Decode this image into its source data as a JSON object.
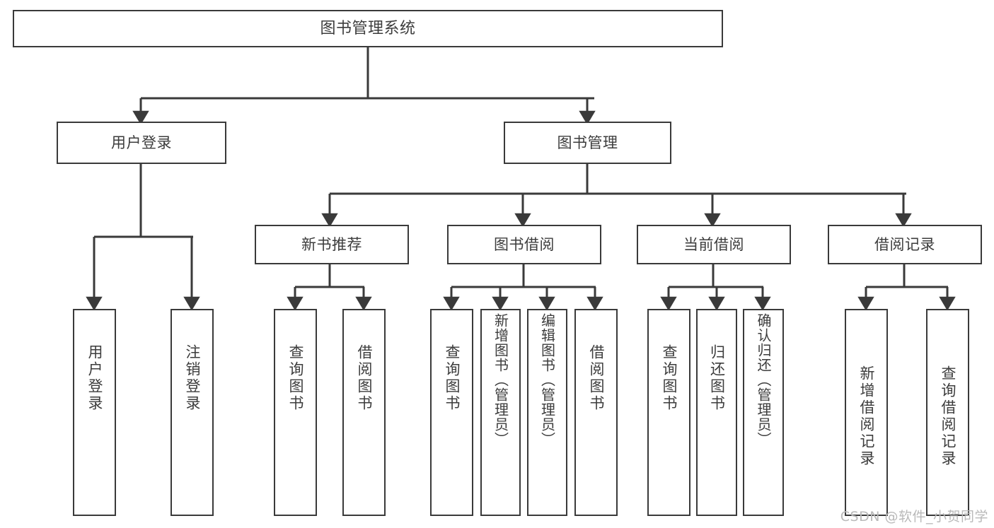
{
  "diagram": {
    "title": "图书管理系统",
    "type": "functional-structure-tree",
    "watermark": "CSDN @软件_小贺同学",
    "colors": {
      "node_border": "#3a3a3a",
      "node_fill": "#ffffff",
      "text": "#3c3c3c",
      "edge": "#3a3a3a",
      "watermark": "#b9b9b9",
      "background": "#ffffff"
    },
    "root": {
      "label": "图书管理系统"
    },
    "level2": [
      {
        "id": "user-login",
        "label": "用户登录"
      },
      {
        "id": "book-manage",
        "label": "图书管理"
      }
    ],
    "level3": [
      {
        "id": "new-book-rec",
        "label": "新书推荐",
        "parent": "book-manage"
      },
      {
        "id": "book-borrow",
        "label": "图书借阅",
        "parent": "book-manage"
      },
      {
        "id": "current-borrow",
        "label": "当前借阅",
        "parent": "book-manage"
      },
      {
        "id": "borrow-record",
        "label": "借阅记录",
        "parent": "book-manage"
      }
    ],
    "leaves": [
      {
        "id": "leaf-user-login",
        "label": "用户登录",
        "parent": "user-login"
      },
      {
        "id": "leaf-user-logout",
        "label": "注销登录",
        "parent": "user-login"
      },
      {
        "id": "leaf-rec-query",
        "label": "查询图书",
        "parent": "new-book-rec"
      },
      {
        "id": "leaf-rec-borrow",
        "label": "借阅图书",
        "parent": "new-book-rec"
      },
      {
        "id": "leaf-borrow-query",
        "label": "查询图书",
        "parent": "book-borrow"
      },
      {
        "id": "leaf-borrow-add",
        "label": "新增图书（管理员）",
        "parent": "book-borrow"
      },
      {
        "id": "leaf-borrow-edit",
        "label": "编辑图书（管理员）",
        "parent": "book-borrow"
      },
      {
        "id": "leaf-borrow-lend",
        "label": "借阅图书",
        "parent": "book-borrow"
      },
      {
        "id": "leaf-cur-query",
        "label": "查询图书",
        "parent": "current-borrow"
      },
      {
        "id": "leaf-cur-return",
        "label": "归还图书",
        "parent": "current-borrow"
      },
      {
        "id": "leaf-cur-confirm",
        "label": "确认归还（管理员）",
        "parent": "current-borrow"
      },
      {
        "id": "leaf-rec-add",
        "label": "新增借阅记录",
        "parent": "borrow-record"
      },
      {
        "id": "leaf-rec-search",
        "label": "查询借阅记录",
        "parent": "borrow-record"
      }
    ]
  }
}
